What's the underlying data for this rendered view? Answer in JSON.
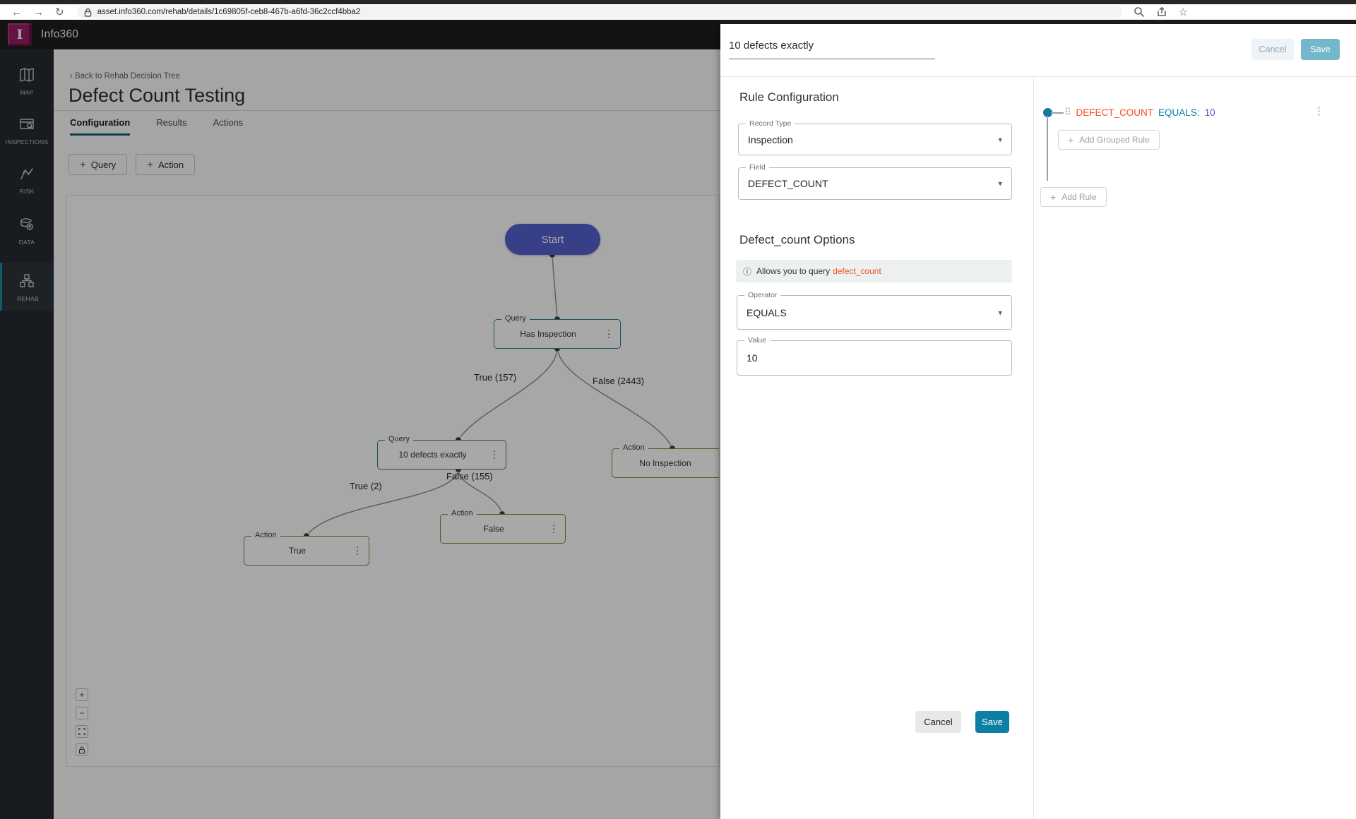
{
  "browser": {
    "url": "asset.info360.com/rehab/details/1c69805f-ceb8-467b-a6fd-36c2ccf4bba2"
  },
  "app": {
    "brand": "Info360",
    "logo_letter": "I"
  },
  "icons": {
    "back": "←",
    "forward": "→",
    "refresh": "↻",
    "star": "☆",
    "chevron_left": "‹",
    "plus": "+",
    "minus": "−",
    "kebab": "⋮",
    "caret": "▾",
    "info": "ⓘ",
    "drag": "⠿"
  },
  "colors": {
    "brand_magenta": "#9c1e67",
    "accent_teal": "#0f81a6",
    "start_node": "#5560d0",
    "query_border": "#2f7f96",
    "action_border": "#7d8933",
    "orange": "#f4511e",
    "rule_value_purple": "#5a50c8"
  },
  "sidebar": {
    "items": [
      {
        "label": "MAP"
      },
      {
        "label": "INSPECTIONS"
      },
      {
        "label": "RISK"
      },
      {
        "label": "DATA"
      },
      {
        "label": "REHAB",
        "active": true
      }
    ]
  },
  "page": {
    "back_link": "Back to Rehab Decision Tree",
    "title": "Defect Count Testing",
    "tabs": [
      {
        "label": "Configuration",
        "active": true
      },
      {
        "label": "Results"
      },
      {
        "label": "Actions"
      }
    ],
    "toolbar": {
      "query_label": "Query",
      "action_label": "Action"
    }
  },
  "canvas": {
    "start_label": "Start",
    "nodes": {
      "has_inspection": {
        "type": "Query",
        "text": "Has Inspection"
      },
      "ten_defects": {
        "type": "Query",
        "text": "10 defects exactly"
      },
      "no_inspection": {
        "type": "Action",
        "text": "No Inspection"
      },
      "action_false": {
        "type": "Action",
        "text": "False"
      },
      "action_true": {
        "type": "Action",
        "text": "True"
      }
    },
    "edge_labels": {
      "true_157": "True (157)",
      "false_2443": "False (2443)",
      "true_2": "True (2)",
      "false_155": "False (155)"
    }
  },
  "drawer": {
    "name_value": "10 defects exactly",
    "header": {
      "cancel": "Cancel",
      "save": "Save"
    },
    "rule_config": {
      "heading": "Rule Configuration",
      "record_type": {
        "label": "Record Type",
        "value": "Inspection"
      },
      "field": {
        "label": "Field",
        "value": "DEFECT_COUNT"
      }
    },
    "options": {
      "heading": "Defect_count Options",
      "info_prefix": "Allows you to query",
      "info_link": "defect_count",
      "operator": {
        "label": "Operator",
        "value": "EQUALS"
      },
      "value": {
        "label": "Value",
        "value": "10"
      }
    },
    "rule_tree": {
      "field": "DEFECT_COUNT",
      "operator": "EQUALS:",
      "value": "10",
      "add_grouped_label": "Add Grouped Rule",
      "add_rule_label": "Add Rule"
    },
    "footer": {
      "cancel": "Cancel",
      "save": "Save"
    }
  }
}
